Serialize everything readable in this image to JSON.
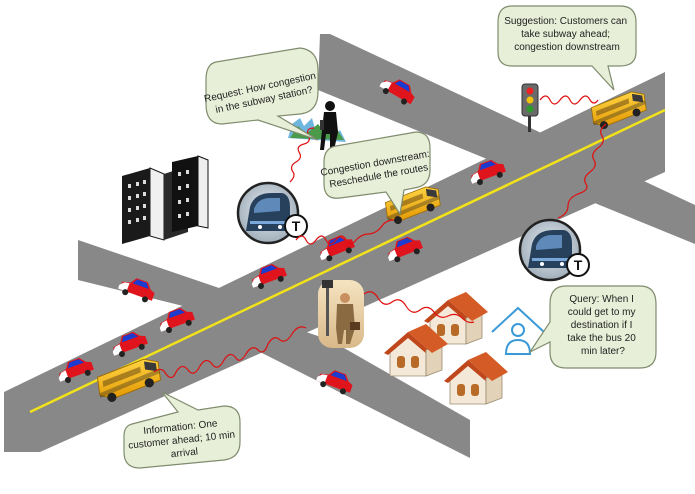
{
  "callouts": {
    "request": {
      "lines": [
        "Request: How congestion",
        "in the subway station?"
      ]
    },
    "suggestion": {
      "lines": [
        "Suggestion: Customers can",
        "take subway ahead;",
        "congestion downstream"
      ]
    },
    "reschedule": {
      "lines": [
        "Congestion downstream:",
        "Reschedule the routes"
      ]
    },
    "query": {
      "lines": [
        "Query: When I",
        "could get to my",
        "destination if I",
        "take the bus 20",
        "min later?"
      ]
    },
    "information": {
      "lines": [
        "Information: One",
        "customer ahead; 10 min",
        "arrival"
      ]
    }
  },
  "subway_badge": "T",
  "icons": {
    "subway": "subway-train-icon",
    "bus": "school-bus-icon",
    "car": "car-icon",
    "traffic_light": "traffic-light-icon",
    "house": "house-icon",
    "home_user": "home-user-icon",
    "person_phone": "person-with-phone-icon",
    "man_at_stop": "man-at-bus-stop-icon",
    "buildings": "city-buildings-icon"
  },
  "colors": {
    "road": "#888888",
    "centerline": "#f2e21a",
    "signal_wave": "#e01010",
    "callout_fill": "#e8efd8",
    "callout_stroke": "#7f8c6e",
    "car_red": "#e0141c",
    "car_blue": "#1434c8",
    "bus_yellow": "#f3b80f"
  }
}
